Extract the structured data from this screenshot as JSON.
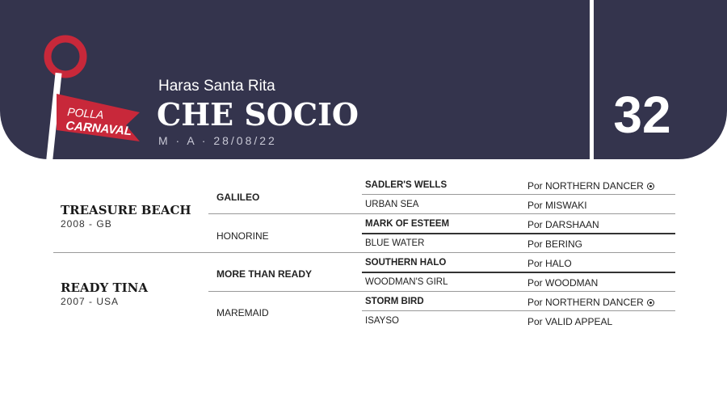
{
  "header": {
    "breeder": "Haras Santa Rita",
    "horse_name": "CHE SOCIO",
    "meta": "M · A · 28/08/22",
    "number": "32",
    "logo_top": "POLLA",
    "logo_bottom": "CARNAVAL"
  },
  "pedigree": {
    "sire": {
      "name": "TREASURE BEACH",
      "meta": "2008 - GB",
      "parents": [
        {
          "name": "GALILEO",
          "parents": [
            {
              "name": "SADLER'S WELLS",
              "sire": "Por NORTHERN DANCER"
            },
            {
              "name": "URBAN SEA",
              "sire": "Por MISWAKI"
            }
          ]
        },
        {
          "name": "HONORINE",
          "parents": [
            {
              "name": "MARK OF ESTEEM",
              "sire": "Por DARSHAAN"
            },
            {
              "name": "BLUE WATER",
              "sire": "Por BERING"
            }
          ]
        }
      ]
    },
    "dam": {
      "name": "READY TINA",
      "meta": "2007 - USA",
      "parents": [
        {
          "name": "MORE THAN READY",
          "parents": [
            {
              "name": "SOUTHERN HALO",
              "sire": "Por HALO"
            },
            {
              "name": "WOODMAN'S GIRL",
              "sire": "Por WOODMAN"
            }
          ]
        },
        {
          "name": "MAREMAID",
          "parents": [
            {
              "name": "STORM BIRD",
              "sire": "Por NORTHERN DANCER"
            },
            {
              "name": "ISAYSO",
              "sire": "Por VALID APPEAL"
            }
          ]
        }
      ]
    }
  },
  "colors": {
    "header_bg": "#34344d",
    "logo_red": "#c8283a"
  }
}
